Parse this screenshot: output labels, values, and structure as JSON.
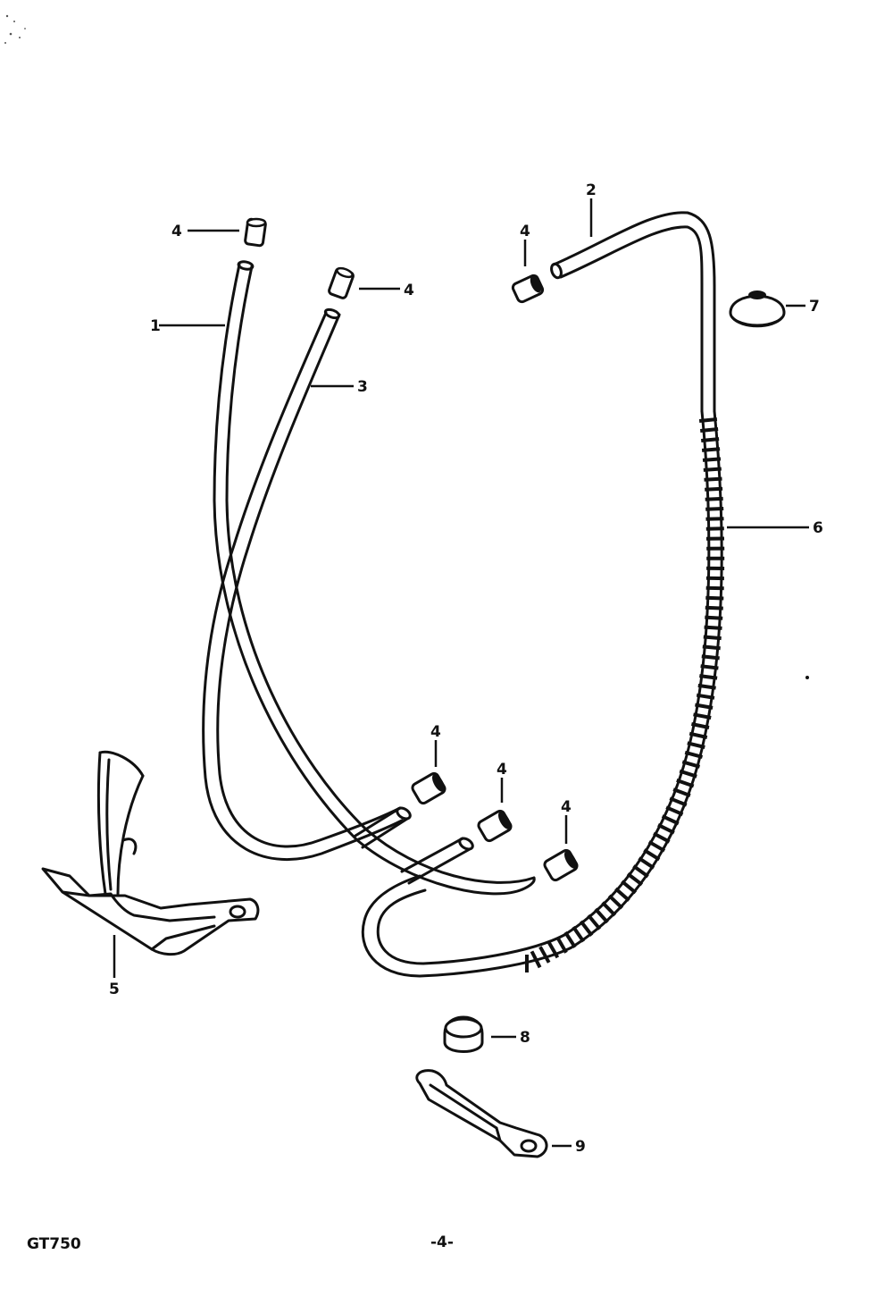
{
  "footer": {
    "model": "GT750",
    "page": "-4-"
  },
  "callouts": [
    {
      "id": "c1",
      "text": "1"
    },
    {
      "id": "c2",
      "text": "2"
    },
    {
      "id": "c3",
      "text": "3"
    },
    {
      "id": "c4a",
      "text": "4"
    },
    {
      "id": "c4b",
      "text": "4"
    },
    {
      "id": "c4c",
      "text": "4"
    },
    {
      "id": "c4d",
      "text": "4"
    },
    {
      "id": "c4e",
      "text": "4"
    },
    {
      "id": "c4f",
      "text": "4"
    },
    {
      "id": "c5",
      "text": "5"
    },
    {
      "id": "c6",
      "text": "6"
    },
    {
      "id": "c7",
      "text": "7"
    },
    {
      "id": "c8",
      "text": "8"
    },
    {
      "id": "c9",
      "text": "9"
    }
  ],
  "colors": {
    "ink": "#111111",
    "paper": "#ffffff"
  }
}
